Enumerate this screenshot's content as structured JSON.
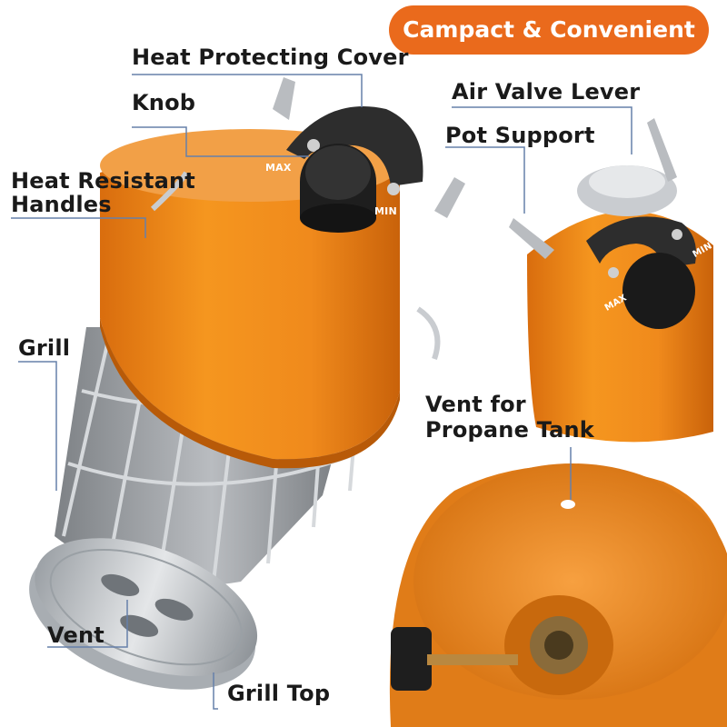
{
  "badge": {
    "text": "Campact & Convenient",
    "color": "#ea6a1c"
  },
  "labels": {
    "heat_protecting_cover": "Heat Protecting Cover",
    "knob": "Knob",
    "heat_resistant_handles_line1": "Heat Resistant",
    "heat_resistant_handles_line2": "Handles",
    "grill": "Grill",
    "vent": "Vent",
    "grill_top": "Grill Top",
    "air_valve_lever": "Air Valve Lever",
    "pot_support": "Pot Support",
    "vent_for_propane_tank_line1": "Vent for",
    "vent_for_propane_tank_line2": "Propane Tank"
  },
  "dial": {
    "max": "MAX",
    "min": "MIN"
  },
  "colors": {
    "heater_orange": "#f08a24",
    "grill_steel": "#c9ccd0",
    "line_blue": "#5577aa"
  }
}
